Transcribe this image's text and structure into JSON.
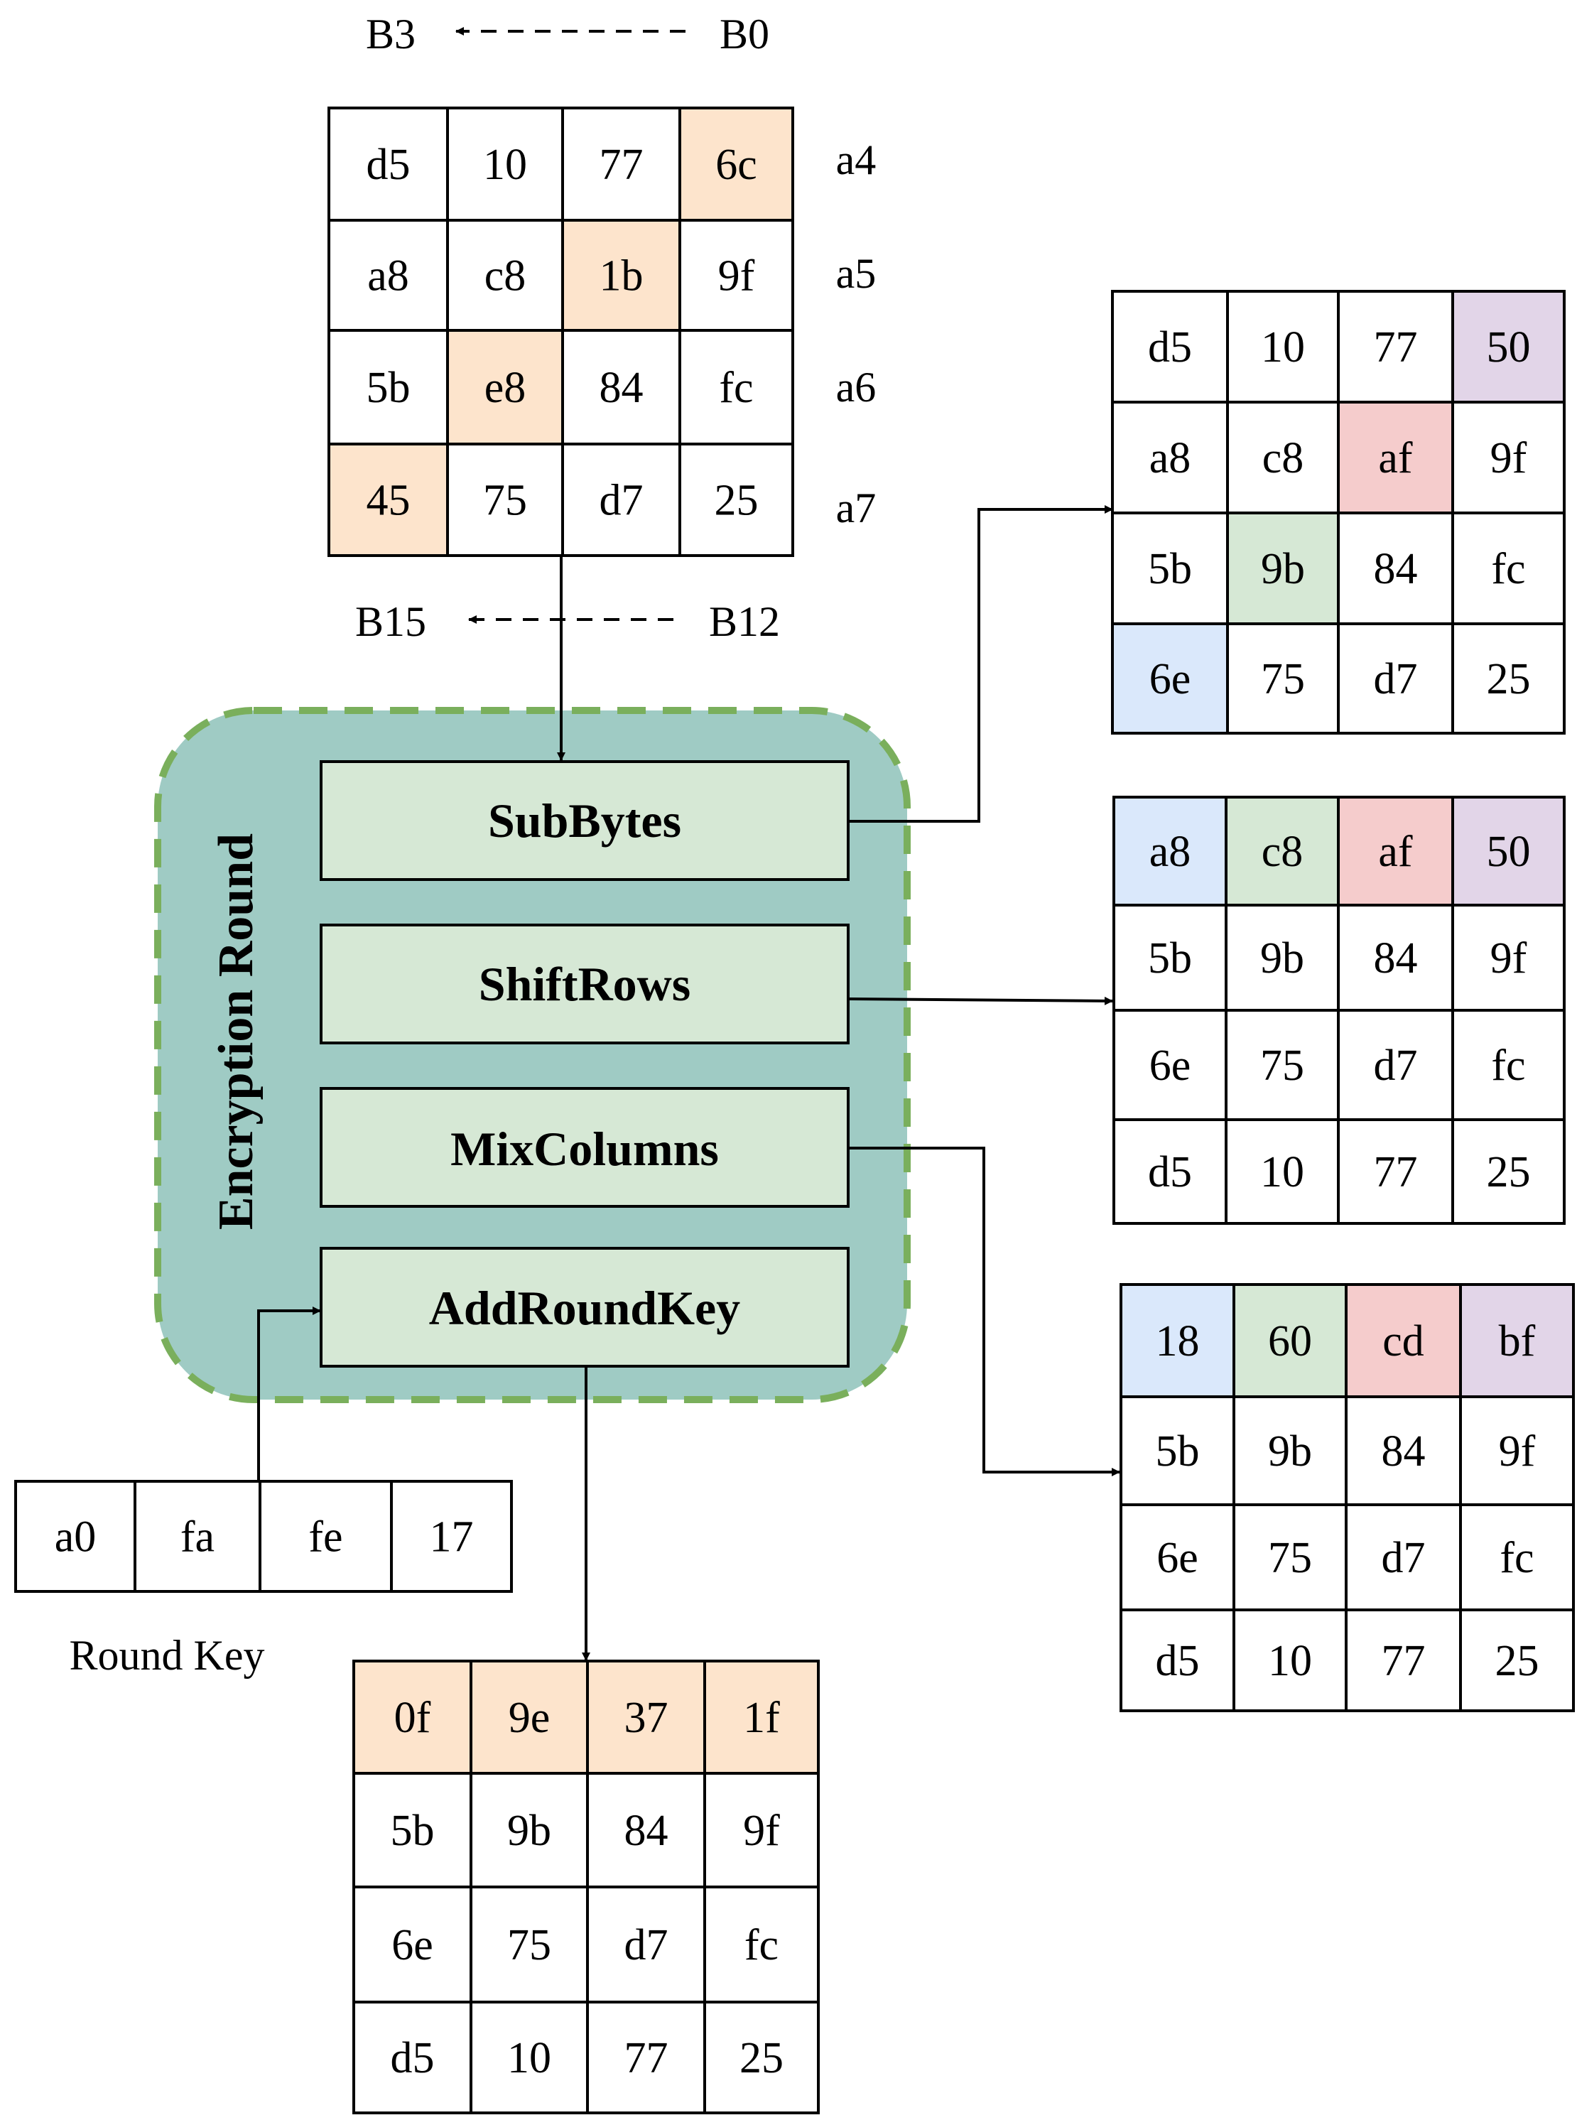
{
  "round": {
    "title": "Encryption Round",
    "steps": [
      "SubBytes",
      "ShiftRows",
      "MixColumns",
      "AddRoundKey"
    ]
  },
  "input_state": {
    "top_left_label": "B3",
    "top_right_label": "B0",
    "bottom_left_label": "B15",
    "bottom_right_label": "B12",
    "row_labels": [
      "a4",
      "a5",
      "a6",
      "a7"
    ],
    "cells": [
      [
        "d5",
        "10",
        "77",
        "6c"
      ],
      [
        "a8",
        "c8",
        "1b",
        "9f"
      ],
      [
        "5b",
        "e8",
        "84",
        "fc"
      ],
      [
        "45",
        "75",
        "d7",
        "25"
      ]
    ],
    "highlights": [
      [
        0,
        3,
        "orange"
      ],
      [
        1,
        2,
        "orange"
      ],
      [
        2,
        1,
        "orange"
      ],
      [
        3,
        0,
        "orange"
      ]
    ]
  },
  "subbytes_state": {
    "cells": [
      [
        "d5",
        "10",
        "77",
        "50"
      ],
      [
        "a8",
        "c8",
        "af",
        "9f"
      ],
      [
        "5b",
        "9b",
        "84",
        "fc"
      ],
      [
        "6e",
        "75",
        "d7",
        "25"
      ]
    ],
    "highlights": [
      [
        0,
        3,
        "purple"
      ],
      [
        1,
        2,
        "red"
      ],
      [
        2,
        1,
        "green"
      ],
      [
        3,
        0,
        "blue"
      ]
    ]
  },
  "shiftrows_state": {
    "cells": [
      [
        "a8",
        "c8",
        "af",
        "50"
      ],
      [
        "5b",
        "9b",
        "84",
        "9f"
      ],
      [
        "6e",
        "75",
        "d7",
        "fc"
      ],
      [
        "d5",
        "10",
        "77",
        "25"
      ]
    ],
    "highlights": [
      [
        0,
        0,
        "blue"
      ],
      [
        0,
        1,
        "green"
      ],
      [
        0,
        2,
        "red"
      ],
      [
        0,
        3,
        "purple"
      ]
    ]
  },
  "mixcolumns_state": {
    "cells": [
      [
        "18",
        "60",
        "cd",
        "bf"
      ],
      [
        "5b",
        "9b",
        "84",
        "9f"
      ],
      [
        "6e",
        "75",
        "d7",
        "fc"
      ],
      [
        "d5",
        "10",
        "77",
        "25"
      ]
    ],
    "highlights": [
      [
        0,
        0,
        "blue"
      ],
      [
        0,
        1,
        "green"
      ],
      [
        0,
        2,
        "red"
      ],
      [
        0,
        3,
        "purple"
      ]
    ]
  },
  "round_key": {
    "label": "Round Key",
    "cells": [
      "a0",
      "fa",
      "fe",
      "17"
    ]
  },
  "output_state": {
    "cells": [
      [
        "0f",
        "9e",
        "37",
        "1f"
      ],
      [
        "5b",
        "9b",
        "84",
        "9f"
      ],
      [
        "6e",
        "75",
        "d7",
        "fc"
      ],
      [
        "d5",
        "10",
        "77",
        "25"
      ]
    ],
    "highlights": [
      [
        0,
        0,
        "orange"
      ],
      [
        0,
        1,
        "orange"
      ],
      [
        0,
        2,
        "orange"
      ],
      [
        0,
        3,
        "orange"
      ]
    ]
  },
  "colors": {
    "orange": "#fde4cc",
    "purple": "#e2d5e8",
    "red": "#f5cccc",
    "green": "#d6e8d5",
    "blue": "#dae8fb",
    "round_fill": "#9fcbc4",
    "round_border": "#7aaf5c",
    "step_fill": "#d6e8d5"
  }
}
